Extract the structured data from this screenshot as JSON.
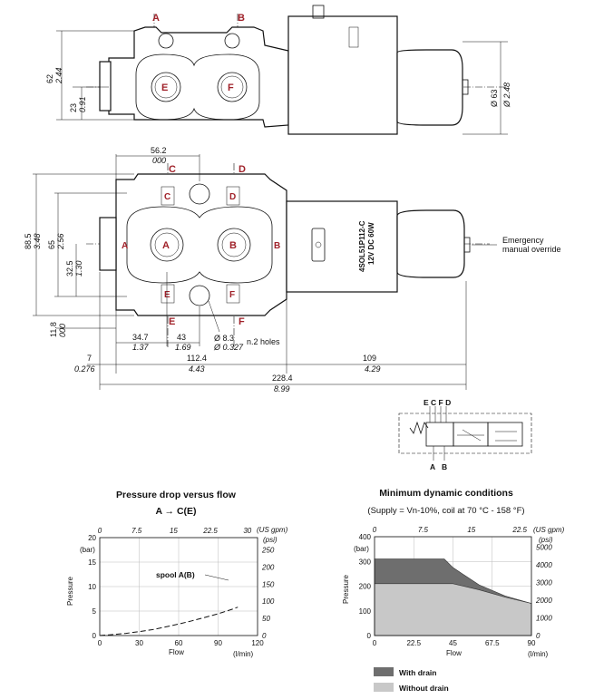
{
  "ports": {
    "a": "A",
    "b": "B",
    "c": "C",
    "d": "D",
    "e": "E",
    "f": "F"
  },
  "top_view": {
    "h62": "62",
    "h62_in": "2.44",
    "h23": "23",
    "h23_in": "0.91",
    "d63": "Ø 63",
    "d63_in": "Ø 2.48"
  },
  "front_view": {
    "w56": "56.2",
    "w56_in": "000",
    "h88": "88.5",
    "h88_in": "3.48",
    "h65": "65",
    "h65_in": "2.56",
    "h32": "32.5",
    "h32_in": "1.30",
    "h11": "11.8",
    "h11_in": "000",
    "w34": "34.7",
    "w34_in": "1.37",
    "w43": "43",
    "w43_in": "1.69",
    "hole": "Ø 8.3",
    "hole_in": "Ø 0.327",
    "hole_note": "n.2 holes",
    "w7": "7",
    "w7_in": "0.276",
    "w112": "112.4",
    "w112_in": "4.43",
    "w109": "109",
    "w109_in": "4.29",
    "w228": "228.4",
    "w228_in": "8.99",
    "coil_label1": "4SOL51P112-C",
    "coil_label2": "12V DC 60W",
    "override_1": "Emergency",
    "override_2": "manual override"
  },
  "symbol": {
    "top": "E C F D",
    "bottom_a": "A",
    "bottom_b": "B"
  },
  "chart_left": {
    "title": "Pressure drop versus flow",
    "subtitle": "A → C(E)",
    "top_unit": "(US gpm)",
    "right_unit": "(psi)",
    "left_unit": "(bar)",
    "ylabel": "Pressure",
    "xlabel": "Flow",
    "x_unit": "(l/min)",
    "curve_label": "spool  A(B)"
  },
  "chart_right": {
    "title": "Minimum dynamic conditions",
    "subtitle": "(Supply = Vn-10%, coil at 70 °C - 158 °F)",
    "top_unit": "(US gpm)",
    "right_unit": "(psi)",
    "left_unit": "(bar)",
    "ylabel": "Pressure",
    "xlabel": "Flow",
    "x_unit": "(l/min)",
    "legend_with": "With drain",
    "legend_without": "Without drain",
    "color_with": "#6e6e6e",
    "color_without": "#c8c8c8"
  },
  "chart_data": [
    {
      "type": "line",
      "title": "Pressure drop versus flow",
      "subtitle": "A → C(E)",
      "xlabel": "Flow",
      "ylabel": "Pressure",
      "x_units": "l/min",
      "y_units": "bar",
      "xlim": [
        0,
        120
      ],
      "ylim": [
        0,
        20
      ],
      "x_ticks": [
        0,
        30,
        60,
        90,
        120
      ],
      "y_ticks": [
        0,
        5,
        10,
        15,
        20
      ],
      "secondary_x_ticks": [
        "0",
        "7.5",
        "15",
        "22.5",
        "30"
      ],
      "secondary_y_ticks": [
        "0",
        "50",
        "100",
        "150",
        "200",
        "250"
      ],
      "series": [
        {
          "name": "spool A(B)",
          "x": [
            0,
            10,
            20,
            30,
            40,
            50,
            60,
            70,
            80,
            90,
            100,
            105
          ],
          "y": [
            0,
            0.2,
            0.45,
            0.8,
            1.2,
            1.75,
            2.35,
            3.0,
            3.7,
            4.45,
            5.3,
            5.8
          ]
        }
      ]
    },
    {
      "type": "area",
      "title": "Minimum dynamic conditions",
      "subtitle": "(Supply = Vn-10%, coil at 70 °C - 158 °F)",
      "xlabel": "Flow",
      "ylabel": "Pressure",
      "x_units": "l/min",
      "y_units": "bar",
      "xlim": [
        0,
        90
      ],
      "ylim": [
        0,
        400
      ],
      "x_ticks": [
        0,
        22.5,
        45,
        67.5,
        90
      ],
      "y_ticks": [
        0,
        100,
        200,
        300,
        400
      ],
      "secondary_x_ticks": [
        "0",
        "7.5",
        "15",
        "22.5"
      ],
      "secondary_y_ticks": [
        "0",
        "1000",
        "2000",
        "3000",
        "4000",
        "5000"
      ],
      "series": [
        {
          "name": "With drain",
          "x": [
            0,
            40,
            45,
            60,
            75,
            90
          ],
          "y": [
            310,
            310,
            275,
            205,
            160,
            130
          ]
        },
        {
          "name": "Without drain",
          "x": [
            0,
            45,
            60,
            75,
            90
          ],
          "y": [
            210,
            210,
            185,
            155,
            130
          ]
        }
      ]
    }
  ]
}
